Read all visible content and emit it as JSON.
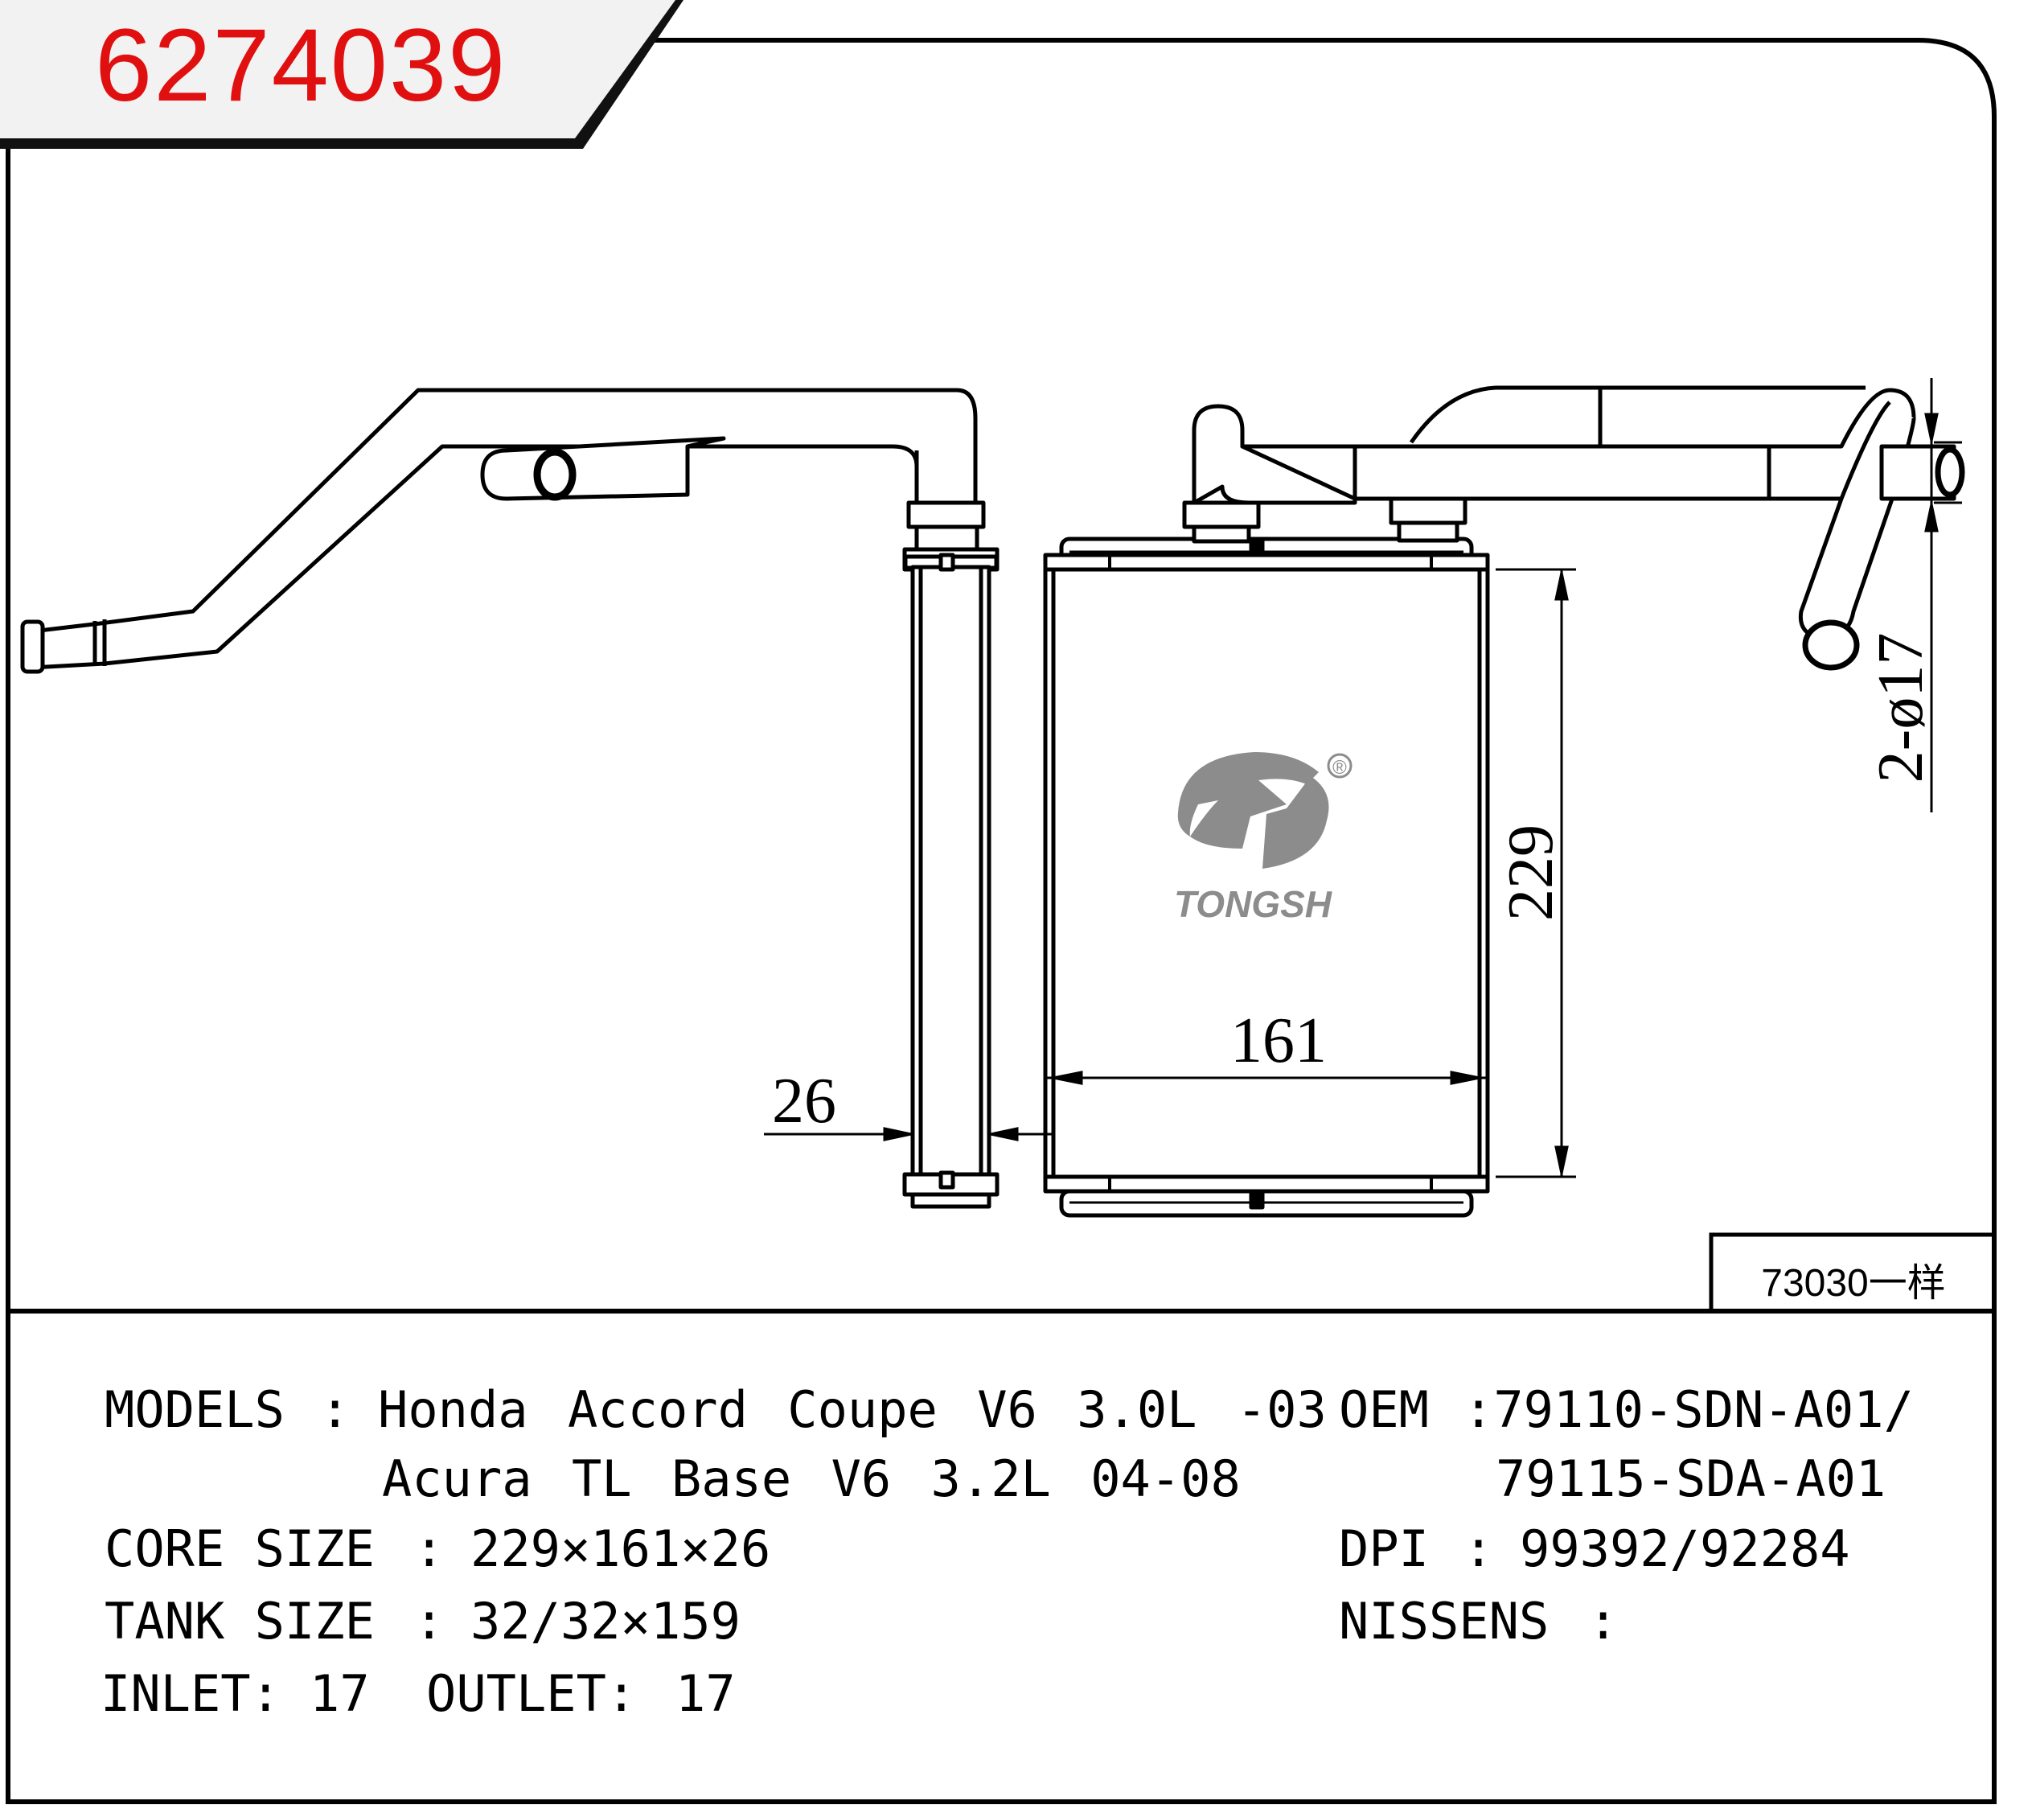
{
  "header": {
    "part_number": "6274039"
  },
  "drawing": {
    "dim_width": "161",
    "dim_height": "229",
    "dim_depth": "26",
    "dim_pipe": "2-ø17",
    "brand_name": "TONGSH",
    "brand_mark": "®",
    "note": "73030一样"
  },
  "specs": {
    "models_label": "MODELS",
    "models_sep": ":",
    "models_line1": "Honda Accord Coupe V6 3.0L -03",
    "models_line2": "Acura TL Base V6 3.2L 04-08",
    "core_label": "CORE SIZE",
    "core_sep": ":",
    "core_value": "229×161×26",
    "tank_label": "TANK SIZE",
    "tank_sep": ":",
    "tank_value": "32/32×159",
    "inlet_label": "INLET:",
    "inlet_value": "17",
    "outlet_label": "OUTLET:",
    "outlet_value": "17",
    "oem_label": "OEM",
    "oem_value1": ":79110-SDN-A01/",
    "oem_value2": "79115-SDA-A01",
    "dpi_label": "DPI",
    "dpi_sep": ":",
    "dpi_value": "99392/92284",
    "nissens_label": "NISSENS",
    "nissens_sep": ":"
  }
}
